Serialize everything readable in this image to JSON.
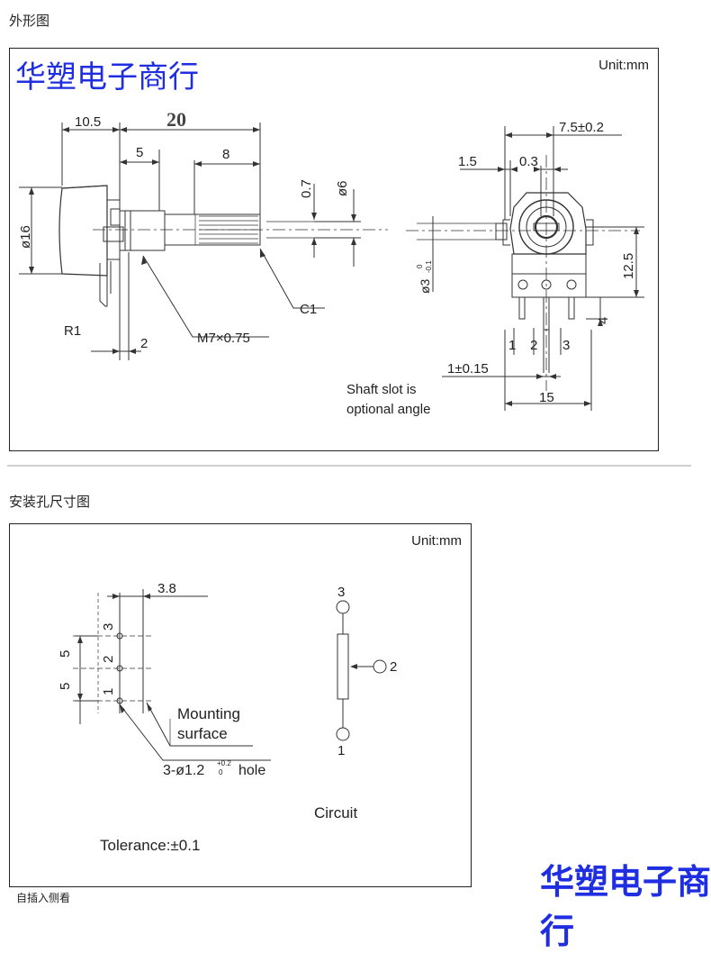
{
  "headers": {
    "outline": "外形图",
    "mounting": "安装孔尺寸图",
    "footnote": "自插入侧看"
  },
  "brand_text": "华塑电子商行",
  "colors": {
    "brand": "#1e2ee0",
    "line": "#333333",
    "separator": "#cfcfcf"
  },
  "outline_drawing": {
    "unit": "Unit:mm",
    "dims": {
      "d10_5": "10.5",
      "d20": "20",
      "d5": "5",
      "d8": "8",
      "d0_7": "0.7",
      "d6": "ø6",
      "d16": "ø16",
      "r1": "R1",
      "d2": "2",
      "thread": "M7×0.75",
      "c1": "C1",
      "d7_5": "7.5±0.2",
      "d1_5": "1.5",
      "d0_3": "0.3",
      "d3": "ø3",
      "d3_tol_top": "0",
      "d3_tol_bot": "-0.1",
      "d12_5": "12.5",
      "d4": "4",
      "pin1": "1",
      "pin2": "2",
      "pin3": "3",
      "d1_015": "1±0.15",
      "d15": "15"
    },
    "note_line1": "Shaft slot is",
    "note_line2": "optional angle"
  },
  "mounting_drawing": {
    "unit": "Unit:mm",
    "d3_8": "3.8",
    "pitch_a": "5",
    "pitch_b": "5",
    "hole3": "3",
    "hole2": "2",
    "hole1": "1",
    "mount_line1": "Mounting",
    "mount_line2": "surface",
    "hole_spec": "3-ø1.2",
    "hole_tol_top": "+0.2",
    "hole_tol_bot": "0",
    "hole_word": "hole",
    "tolerance": "Tolerance:±0.1",
    "circuit_label": "Circuit",
    "circuit_pin3": "3",
    "circuit_pin2": "2",
    "circuit_pin1": "1"
  }
}
